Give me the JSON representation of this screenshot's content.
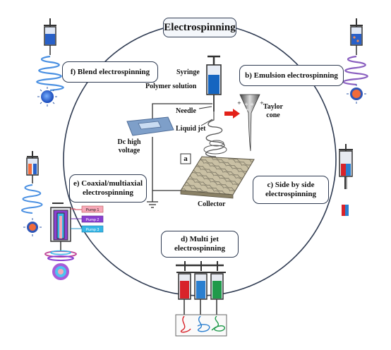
{
  "title": "Electrospinning",
  "methods": {
    "blend": "f) Blend electrospinning",
    "emulsion": "b) Emulsion electrospinning",
    "coaxial_line1": "e) Coaxial/multiaxial",
    "coaxial_line2": "electrospinning",
    "side_line1": "c) Side by side",
    "side_line2": "electrospinning",
    "multijet_line1": "d) Multi jet",
    "multijet_line2": "electrospinning"
  },
  "setup": {
    "syringe": "Syringe",
    "polymer_solution": "Polymer solution",
    "needle": "Needle",
    "liquid_jet": "Liquid jet",
    "taylor_line1": "Taylor",
    "taylor_line2": "cone",
    "dc_line1": "Dc high",
    "dc_line2": "voltage",
    "panel_label": "a",
    "collector": "Collector"
  },
  "pumps": [
    "Pump 1",
    "Pump 2",
    "Pump 3"
  ],
  "colors": {
    "ring": "#2f3b52",
    "title_border": "#2f3b52",
    "polymer_blue": "#1565c0",
    "arrow_red": "#e32119",
    "dc_supply": "#7e9fc9",
    "pump1": "#f7a8b8",
    "pump2": "#8a3fd0",
    "pump3": "#35b6e6",
    "jet_red": "#d8232a",
    "jet_blue": "#2a7fd0",
    "jet_green": "#1f9a4a"
  }
}
